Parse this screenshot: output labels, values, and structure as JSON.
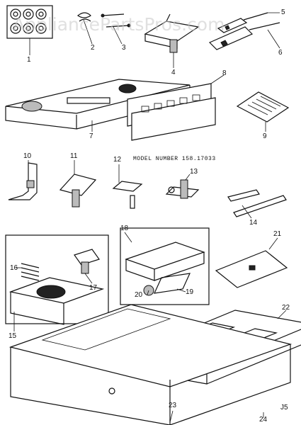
{
  "watermark": "AppliancePartsPros.com",
  "model_caption": "MODEL NUMBER 158.17033",
  "page_code": "J5",
  "callouts": [
    "1",
    "2",
    "3",
    "4",
    "5",
    "6",
    "7",
    "8",
    "9",
    "10",
    "11",
    "12",
    "13",
    "14",
    "15",
    "16",
    "17",
    "18",
    "19",
    "20",
    "21",
    "22",
    "23",
    "24"
  ]
}
